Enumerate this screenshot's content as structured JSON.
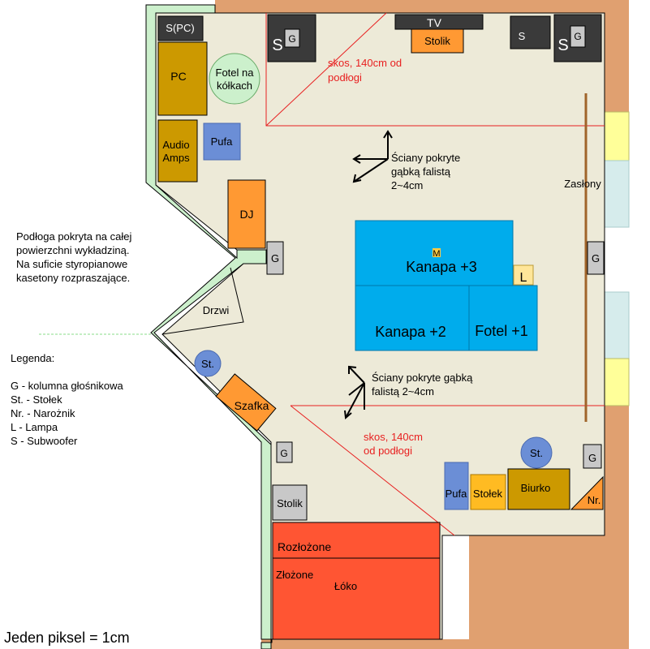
{
  "items": {
    "s_pc": "S(PC)",
    "pc": "PC",
    "fotel_na_kolkach": [
      "Fotel na",
      "kółkach"
    ],
    "audio_amps": [
      "Audio",
      "Amps"
    ],
    "pufa_left": "Pufa",
    "dj": "DJ",
    "g_left": "G",
    "drzwi": "Drzwi",
    "tv": "TV",
    "stolik_tv": "Stolik",
    "sub_left": "S",
    "sub_left_g": "G",
    "sub_right_small": "S",
    "sub_right": "S",
    "sub_right_g": "G",
    "g_right": "G",
    "kanapa3": "Kanapa  +3",
    "kanapa3_marker": "M",
    "kanapa2": "Kanapa  +2",
    "fotel1": "Fotel +1",
    "lampa": "L",
    "zaslony": "Zasłony",
    "stool_left": "St.",
    "szafka": "Szafka",
    "g_bottom_left": "G",
    "stolik_bottom": "Stolik",
    "rozlozone": "Rozłożone",
    "zlozone": "Złożone",
    "loko": "Łóko",
    "pufa_right": "Pufa",
    "stolek": "Stołek",
    "biurko": "Biurko",
    "stool_right": "St.",
    "g_bottom_right": "G",
    "naroznik": "Nr."
  },
  "annotations": {
    "skos_top": [
      "skos, 140cm od",
      "podłogi"
    ],
    "skos_bottom": [
      "skos, 140cm",
      "od podłogi"
    ],
    "foam_top": [
      "Ściany pokryte",
      "gąbką falistą",
      "2~4cm"
    ],
    "foam_bottom": [
      "Ściany pokryte gąbką",
      "falistą 2~4cm"
    ]
  },
  "floor_note": [
    "Podłoga pokryta na całej",
    "powierzchni wykładziną.",
    "Na suficie styropianowe",
    "kasetony rozpraszające."
  ],
  "legend": {
    "title": "Legenda:",
    "entries": [
      "G - kolumna głośnikowa",
      "St. - Stołek",
      "Nr. - Narożnik",
      "L - Lampa",
      "S - Subwoofer"
    ]
  },
  "scale_note": "Jeden piksel = 1cm",
  "colors": {
    "outer_wall": "#e0a070",
    "inner_wall": "#ccf0cc",
    "floor": "#edead8",
    "window_yellow": "#ffff99",
    "window_blue": "#d6ecec",
    "sofa_blue": "#00acec",
    "accent_red": "#e82020",
    "bed": "#ff5533",
    "desk_gold": "#cc9900",
    "orange": "#ff9933",
    "speaker_gray": "#c8c8c8",
    "subwoofer_dark": "#3a3a3a",
    "stool_blue": "#6b8ed6",
    "curtain": "#a0642a"
  }
}
